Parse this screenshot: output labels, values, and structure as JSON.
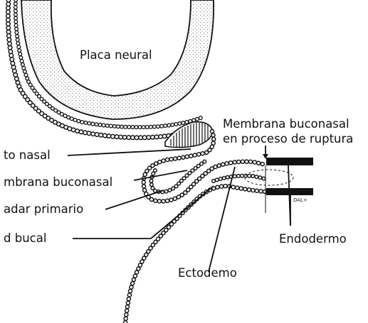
{
  "labels": {
    "placa_neural": "Placa neural",
    "membrana_title_line1": "Membrana buconasal",
    "membrana_title_line2": "en proceso de ruptura",
    "saco_nasal": "to nasal",
    "membrana_buconasal_left": "mbrana buconasal",
    "paladar_primario": "adar primario",
    "cavidad_bucal": "d bucal",
    "endodermo": "Endodermo",
    "ectodermo": "Ectodemo",
    "signature": "DAL+"
  },
  "colors": {
    "ink": "#111111",
    "stipple": "#9a9a9a"
  }
}
